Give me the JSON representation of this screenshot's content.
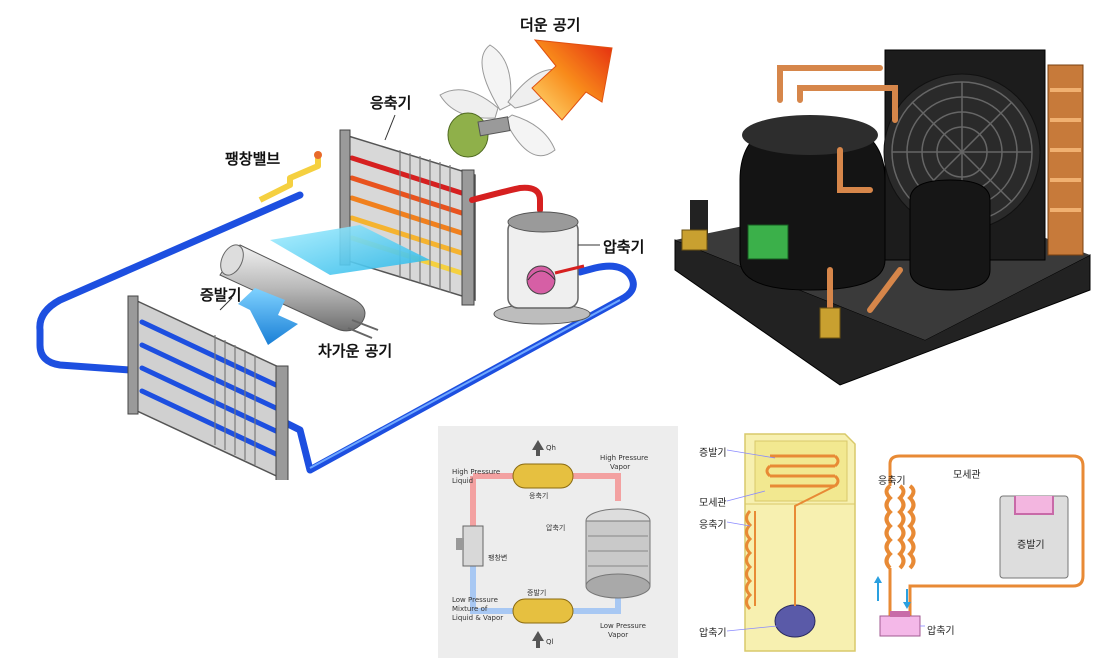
{
  "main_diagram": {
    "hot_air": "더운 공기",
    "condenser": "응축기",
    "expansion_valve": "팽창밸브",
    "compressor": "압축기",
    "evaporator": "증발기",
    "cold_air": "차가운 공기"
  },
  "cycle_diagram": {
    "qh": "Qh",
    "ql": "Ql",
    "hp_liquid_1": "High Pressure",
    "hp_liquid_2": "Liquid",
    "hp_vapor_1": "High Pressure",
    "hp_vapor_2": "Vapor",
    "condenser": "응축기",
    "compressor": "압축기",
    "expansion_valve": "팽창변",
    "evaporator": "증발기",
    "lp_mix_1": "Low Pressure",
    "lp_mix_2": "Mixture of",
    "lp_mix_3": "Liquid & Vapor",
    "lp_vapor_1": "Low Pressure",
    "lp_vapor_2": "Vapor"
  },
  "fridge_diagram": {
    "evaporator_top": "증발기",
    "capillary_left": "모세관",
    "condenser_left": "응축기",
    "compressor_left": "압축기",
    "capillary_right": "모세관",
    "condenser_right": "응축기",
    "evaporator_box": "증발기",
    "compressor_right": "압축기"
  },
  "colors": {
    "cold_pipe": "#1d4fe0",
    "hot_pipe": "#d62020",
    "copper": "#e08a30",
    "arrow_hot": "#f04010"
  }
}
